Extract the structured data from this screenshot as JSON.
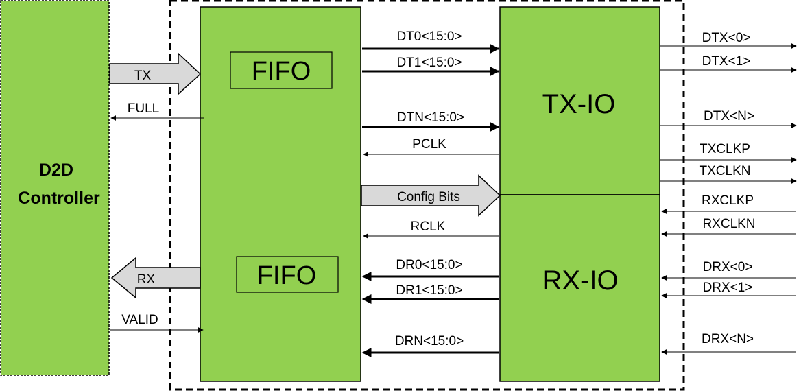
{
  "controller": {
    "line1": "D2D",
    "line2": "Controller"
  },
  "fifo": {
    "top_label": "FIFO",
    "bottom_label": "FIFO"
  },
  "txio": {
    "label": "TX-IO"
  },
  "rxio": {
    "label": "RX-IO"
  },
  "controller_links": {
    "tx": "TX",
    "full": "FULL",
    "rx": "RX",
    "valid": "VALID"
  },
  "fifo_tx_signals": {
    "dt0": "DT0<15:0>",
    "dt1": "DT1<15:0>",
    "dtn": "DTN<15:0>",
    "pclk": "PCLK"
  },
  "config_bits": "Config Bits",
  "fifo_rx_signals": {
    "rclk": "RCLK",
    "dr0": "DR0<15:0>",
    "dr1": "DR1<15:0>",
    "drn": "DRN<15:0>"
  },
  "io_pins": {
    "dtx0": "DTX<0>",
    "dtx1": "DTX<1>",
    "dtxn": "DTX<N>",
    "txclkp": "TXCLKP",
    "txclkn": "TXCLKN",
    "rxclkp": "RXCLKP",
    "rxclkn": "RXCLKN",
    "drx0": "DRX<0>",
    "drx1": "DRX<1>",
    "drxn": "DRX<N>"
  },
  "colors": {
    "block_fill": "#92d050",
    "arrow_fill": "#d9d9d9",
    "line": "#000000"
  }
}
